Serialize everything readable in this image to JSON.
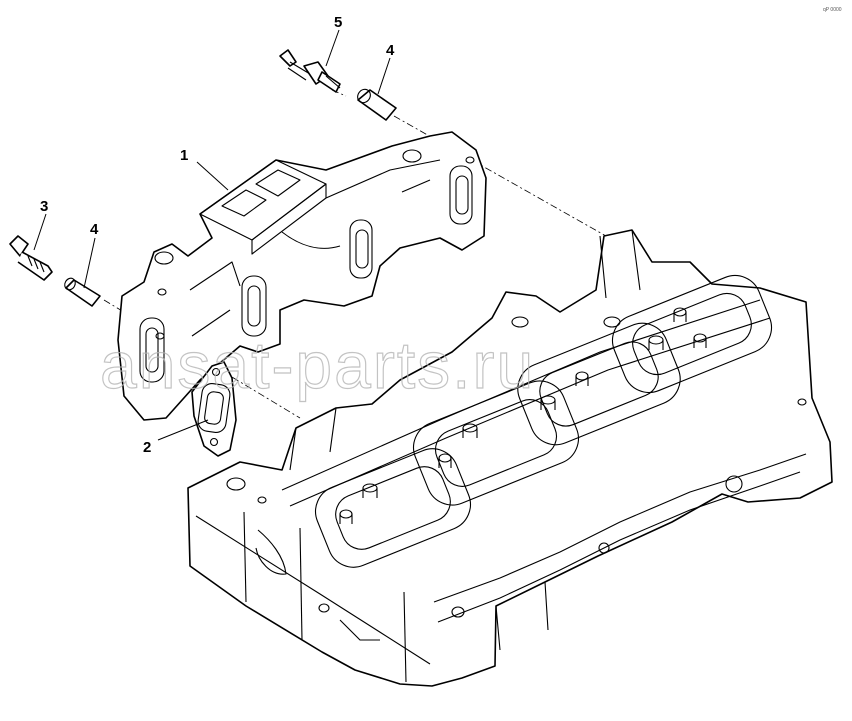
{
  "callouts": {
    "c1": "1",
    "c2": "2",
    "c3": "3",
    "c4a": "4",
    "c4b": "4",
    "c5": "5"
  },
  "watermark": "ansat-parts.ru",
  "corner_code": "qP 0000"
}
